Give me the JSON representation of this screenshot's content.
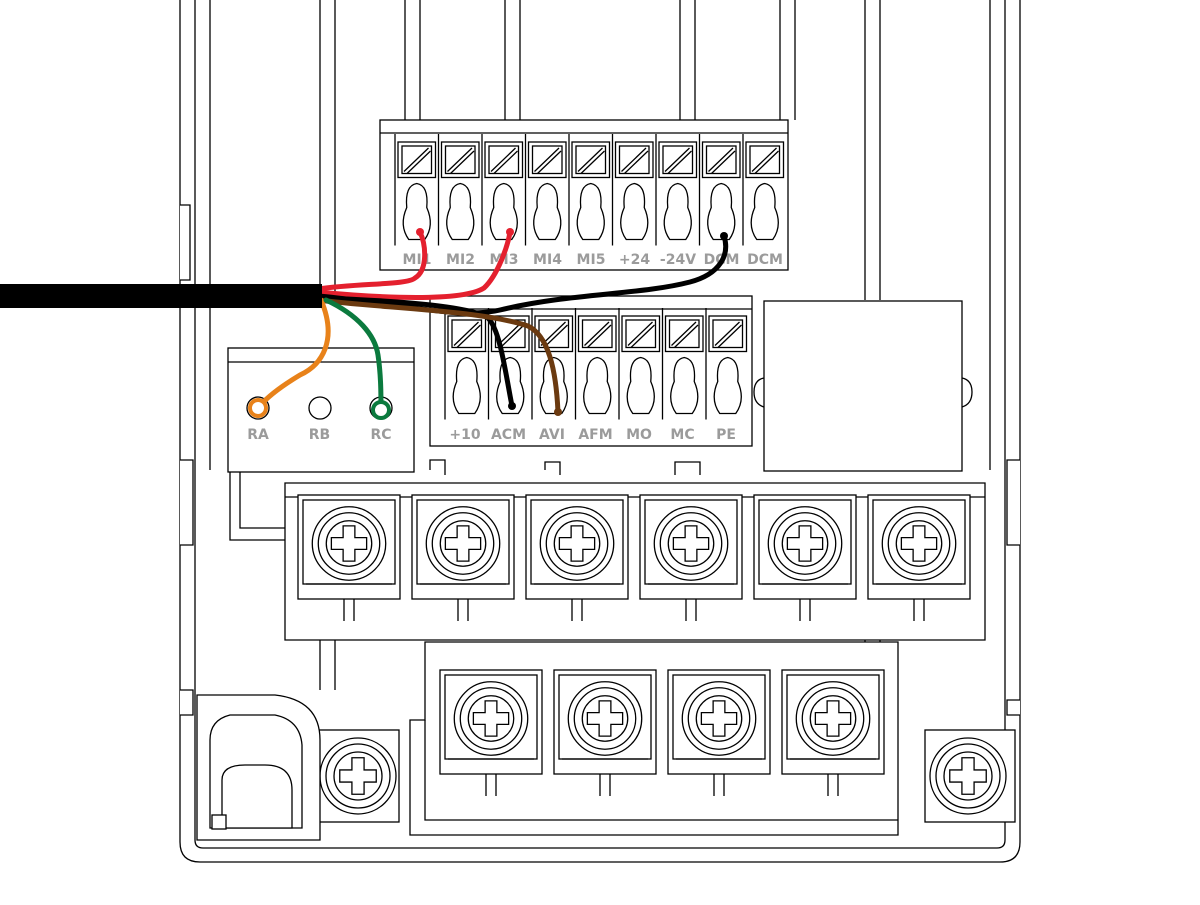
{
  "terminals": {
    "top_row": [
      "MI1",
      "MI2",
      "MI3",
      "MI4",
      "MI5",
      "+24",
      "-24V",
      "DCM",
      "DCM"
    ],
    "mid_row": [
      "+10",
      "ACM",
      "AVI",
      "AFM",
      "MO",
      "MC",
      "PE"
    ],
    "relay_row": [
      "RA",
      "RB",
      "RC"
    ]
  },
  "wires": [
    {
      "from": "cable",
      "to": "MI1",
      "color": "#e4202e"
    },
    {
      "from": "cable",
      "to": "MI3",
      "color": "#e4202e"
    },
    {
      "from": "cable",
      "to": "DCM",
      "color": "#000000"
    },
    {
      "from": "cable",
      "to": "ACM",
      "color": "#000000"
    },
    {
      "from": "cable",
      "to": "AVI",
      "color": "#6b3a10"
    },
    {
      "from": "cable",
      "to": "RA",
      "color": "#e8821a"
    },
    {
      "from": "cable",
      "to": "RC",
      "color": "#0b7a3e"
    }
  ],
  "colors": {
    "label_gray": "#9b9b9b",
    "cable": "#000000"
  }
}
